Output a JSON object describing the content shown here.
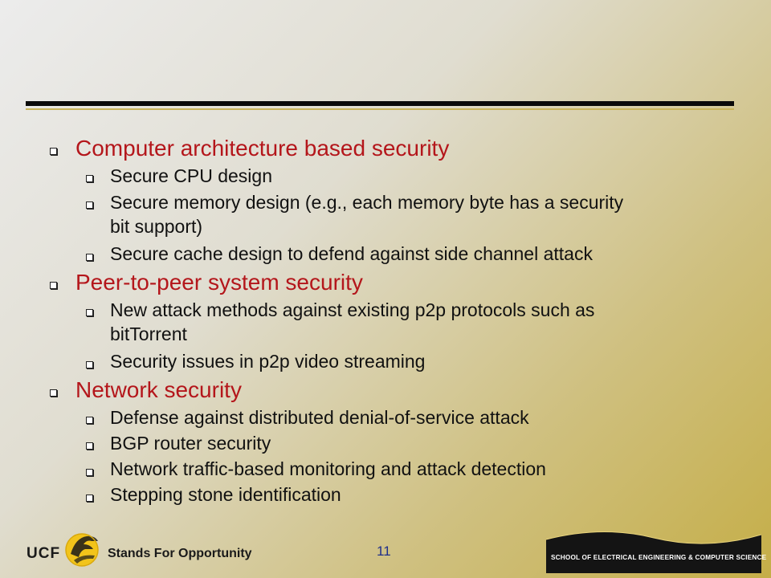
{
  "slide": {
    "sections": [
      {
        "heading": "Computer architecture based security",
        "items": [
          {
            "lines": [
              "Secure CPU design"
            ]
          },
          {
            "lines": [
              "Secure memory design (e.g., each memory byte has a security",
              "bit support)"
            ]
          },
          {
            "lines": [
              "Secure cache design to defend against side channel attack"
            ]
          }
        ]
      },
      {
        "heading": "Peer-to-peer system security",
        "items": [
          {
            "lines": [
              "New attack methods against existing p2p protocols such as",
              "bitTorrent"
            ]
          },
          {
            "lines": [
              "Security issues in p2p video streaming"
            ]
          }
        ]
      },
      {
        "heading": "Network security",
        "items": [
          {
            "lines": [
              "Defense against distributed denial-of-service attack"
            ]
          },
          {
            "lines": [
              "BGP router security"
            ]
          },
          {
            "lines": [
              "Network traffic-based monitoring and attack detection"
            ]
          },
          {
            "lines": [
              "Stepping stone identification"
            ]
          }
        ]
      }
    ],
    "heading_color": "#b4161b",
    "accent_color": "#c9b45a"
  },
  "footer": {
    "ucf": "UCF",
    "tagline": "Stands For Opportunity",
    "page_number": "11",
    "school": "SCHOOL OF ELECTRICAL ENGINEERING & COMPUTER SCIENCE"
  }
}
